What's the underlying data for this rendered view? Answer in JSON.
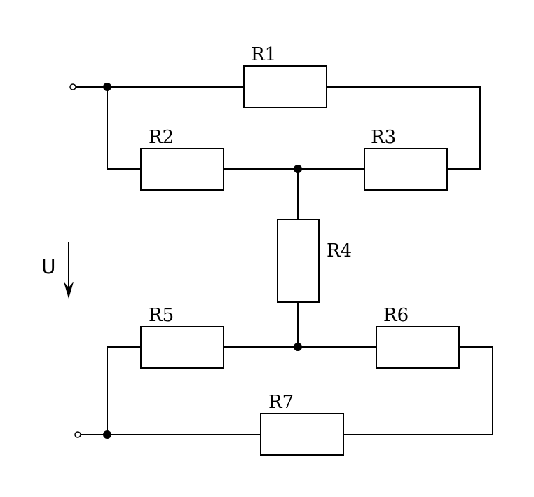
{
  "resistors": [
    {
      "id": "r1",
      "label": "R1"
    },
    {
      "id": "r2",
      "label": "R2"
    },
    {
      "id": "r3",
      "label": "R3"
    },
    {
      "id": "r4",
      "label": "R4"
    },
    {
      "id": "r5",
      "label": "R5"
    },
    {
      "id": "r6",
      "label": "R6"
    },
    {
      "id": "r7",
      "label": "R7"
    }
  ],
  "voltage": {
    "label": "U",
    "direction": "down"
  },
  "colors": {
    "line": "#000000",
    "background": "#ffffff"
  }
}
